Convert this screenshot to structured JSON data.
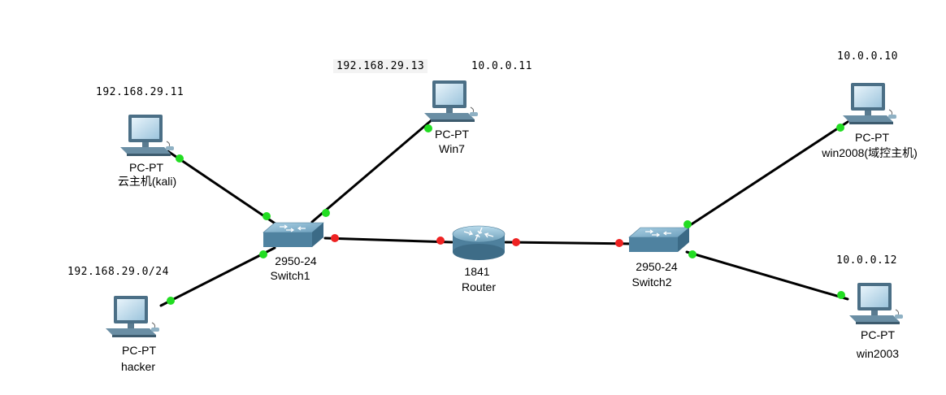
{
  "nodes": {
    "kali": {
      "type": "PC-PT",
      "name": "云主机(kali)",
      "ip": "192.168.29.11"
    },
    "hacker": {
      "type": "PC-PT",
      "name": "hacker",
      "ip": "192.168.29.0/24"
    },
    "win7": {
      "type": "PC-PT",
      "name": "Win7",
      "ip1": "192.168.29.13",
      "ip2": "10.0.0.11"
    },
    "win2008": {
      "type": "PC-PT",
      "name": "win2008(域控主机)",
      "ip": "10.0.0.10"
    },
    "win2003": {
      "type": "PC-PT",
      "name": "win2003",
      "ip": "10.0.0.12"
    },
    "switch1": {
      "type": "2950-24",
      "name": "Switch1"
    },
    "switch2": {
      "type": "2950-24",
      "name": "Switch2"
    },
    "router": {
      "type": "1841",
      "name": "Router"
    }
  },
  "link_colors": {
    "up": "#22dd22",
    "down": "#ee2222",
    "cable": "#000000"
  },
  "links": [
    {
      "from": "kali",
      "to": "switch1",
      "status": "up"
    },
    {
      "from": "win7",
      "to": "switch1",
      "status": "up"
    },
    {
      "from": "hacker",
      "to": "switch1",
      "status": "up"
    },
    {
      "from": "switch1",
      "to": "router",
      "status": "down"
    },
    {
      "from": "router",
      "to": "switch2",
      "status": "down"
    },
    {
      "from": "win2008",
      "to": "switch2",
      "status": "up"
    },
    {
      "from": "win2003",
      "to": "switch2",
      "status": "up"
    }
  ]
}
